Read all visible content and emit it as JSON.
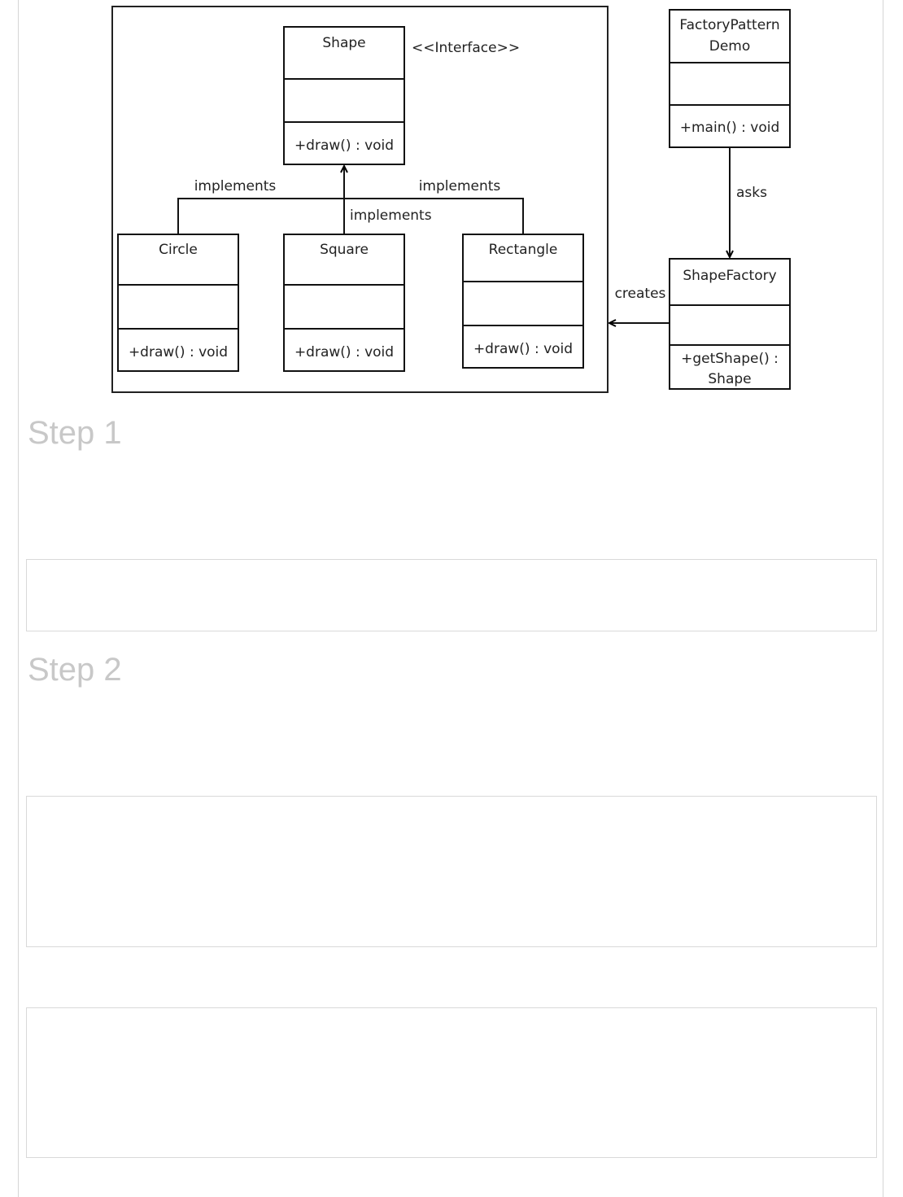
{
  "diagram": {
    "shape_box": {
      "name": "Shape",
      "stereotype": "<<Interface>>",
      "method": "+draw() : void"
    },
    "circle_box": {
      "name": "Circle",
      "method": "+draw() : void"
    },
    "square_box": {
      "name": "Square",
      "method": "+draw() : void"
    },
    "rectangle_box": {
      "name": "Rectangle",
      "method": "+draw() : void"
    },
    "demo_box": {
      "name_line1": "FactoryPattern",
      "name_line2": "Demo",
      "method": "+main() : void"
    },
    "factory_box": {
      "name": "ShapeFactory",
      "method_line1": "+getShape() :",
      "method_line2": "Shape"
    },
    "labels": {
      "implements_left": "implements",
      "implements_center": "implements",
      "implements_right": "implements",
      "asks": "asks",
      "creates": "creates"
    }
  },
  "steps": [
    {
      "heading": "Step 1"
    },
    {
      "heading": "Step 2"
    }
  ]
}
